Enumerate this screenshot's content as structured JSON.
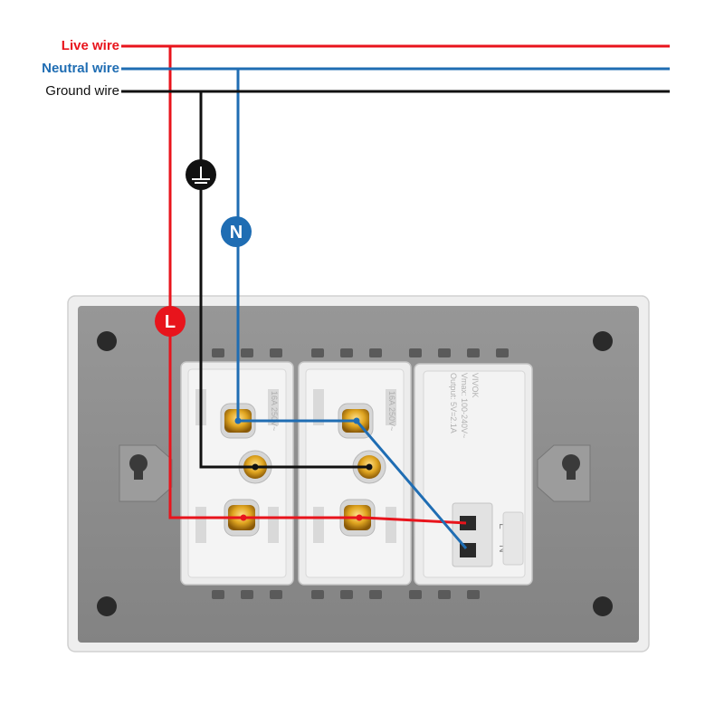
{
  "wires": {
    "live": {
      "label": "Live wire",
      "color": "#e8141c"
    },
    "neutral": {
      "label": "Neutral wire",
      "color": "#1f6db3"
    },
    "ground": {
      "label": "Ground wire",
      "color": "#111111"
    }
  },
  "badges": {
    "live": {
      "letter": "L",
      "color": "#e8141c",
      "icon": "live-terminal-icon"
    },
    "neutral": {
      "letter": "N",
      "color": "#1f6db3",
      "icon": "neutral-terminal-icon"
    },
    "ground": {
      "icon": "ground-symbol-icon",
      "color": "#111111"
    }
  },
  "usb_module": {
    "terminals": [
      "L",
      "N"
    ],
    "spec_lines": [
      "VIVOK",
      "Vmax: 100-240V~",
      "Output: 5V=2.1A"
    ]
  },
  "socket_module": {
    "printed_text": "16A 250V~"
  },
  "colors": {
    "plate_outer": "#f0f0f0",
    "plate_inner": "#8c8c8c",
    "module_body": "#ececec",
    "brass": "#d4a017"
  }
}
